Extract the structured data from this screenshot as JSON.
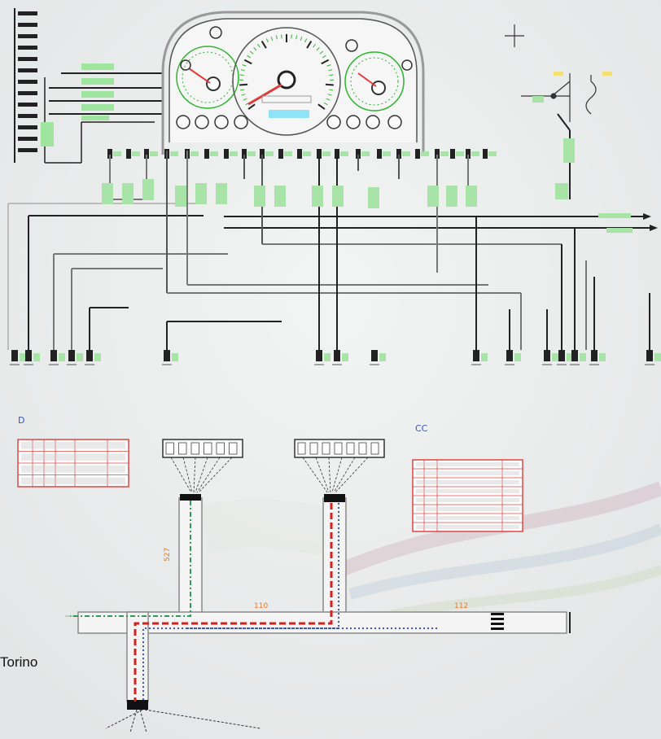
{
  "caption": "Torino",
  "labels": {
    "left_table_header": "D",
    "right_table_header": "CC",
    "segment_left_vertical": "527",
    "segment_mid_horizontal": "110",
    "segment_right_horizontal": "112"
  },
  "colors": {
    "background": "#eceeee",
    "wire": "#222222",
    "wire_green": "#3fbf3f",
    "table_red": "#e04545",
    "route_red": "#d62020",
    "route_blue": "#3c55c8",
    "route_green": "#2e9a55",
    "harness_fill": "#f4f4f4",
    "harness_edge": "#8a8a8a"
  },
  "icons": [
    "speedometer-gauge",
    "fuel-gauge",
    "temperature-gauge",
    "warning-lamp-icon",
    "connector-icon",
    "ground-symbol-icon",
    "relay-icon"
  ]
}
